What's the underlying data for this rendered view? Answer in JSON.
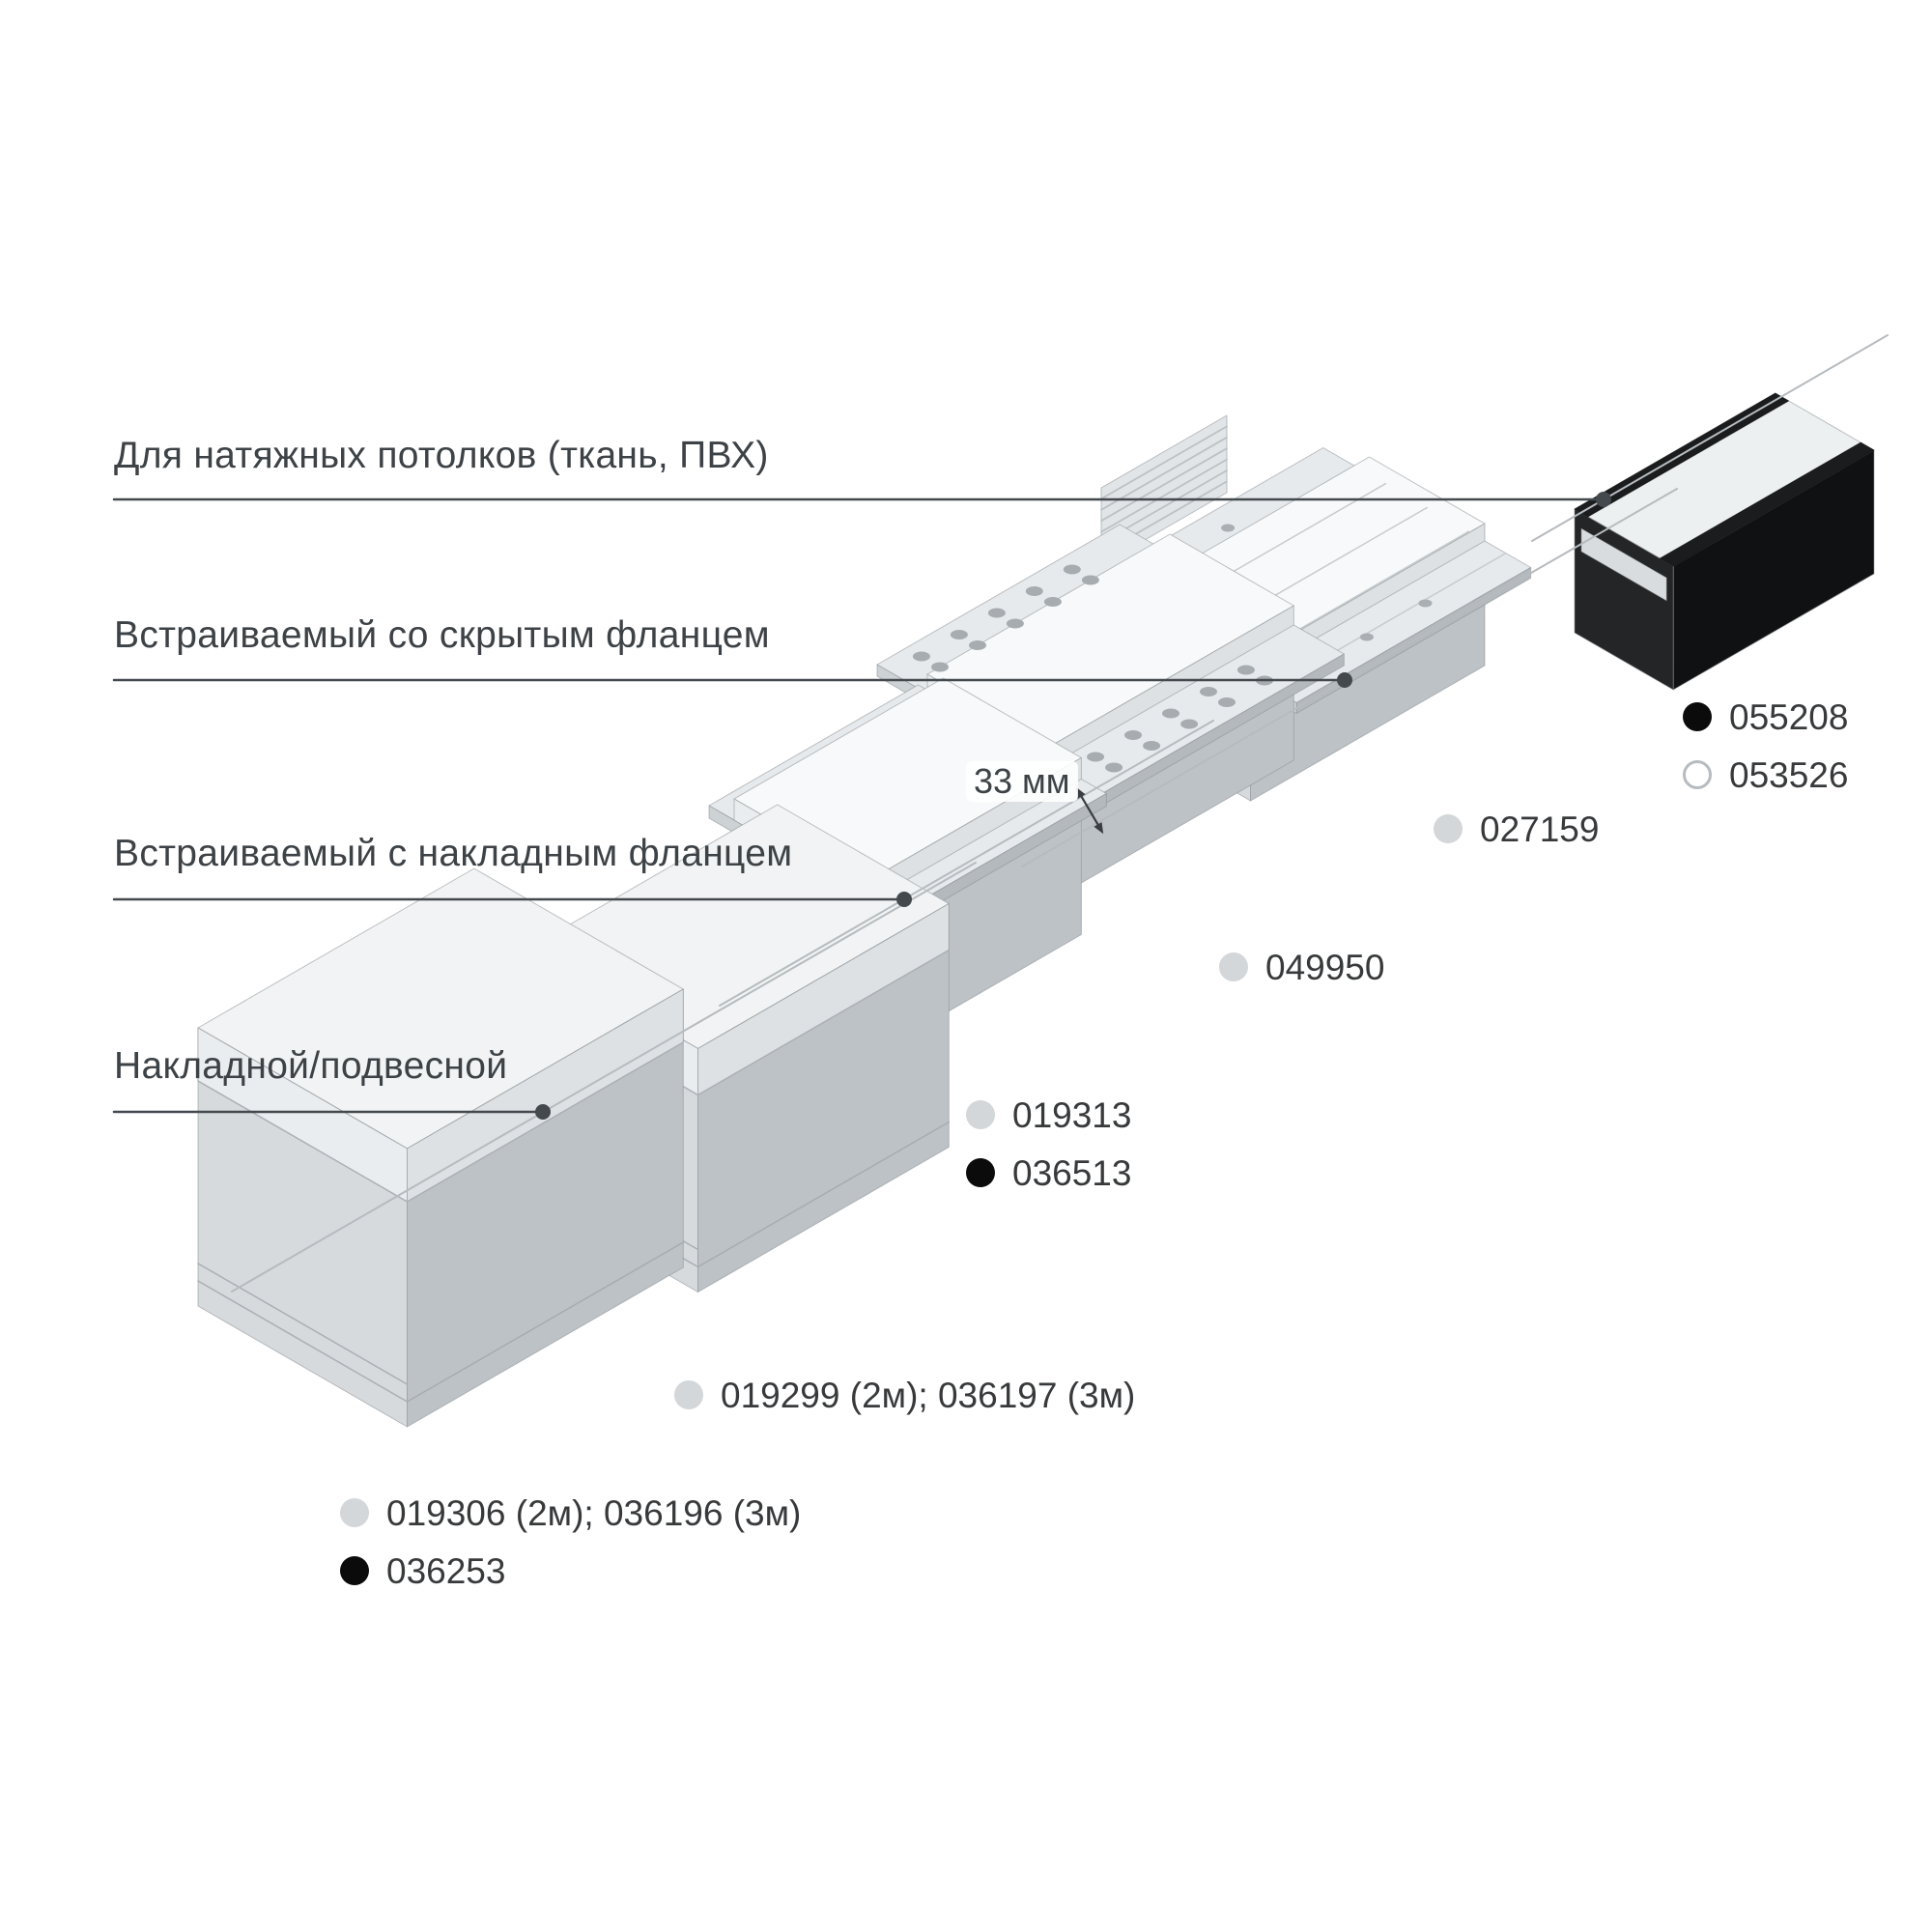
{
  "categories": [
    {
      "label": "Для натяжных потолков (ткань, ПВХ)"
    },
    {
      "label": "Встраиваемый со скрытым фланцем"
    },
    {
      "label": "Встраиваемый с накладным фланцем"
    },
    {
      "label": "Накладной/подвесной"
    }
  ],
  "dimension": {
    "label": "33 мм"
  },
  "products": [
    {
      "codes": [
        {
          "code": "055208",
          "dot": "black"
        },
        {
          "code": "053526",
          "dot": "white"
        }
      ]
    },
    {
      "codes": [
        {
          "code": "027159",
          "dot": "gray"
        }
      ]
    },
    {
      "codes": [
        {
          "code": "049950",
          "dot": "gray"
        }
      ]
    },
    {
      "codes": [
        {
          "code": "019313",
          "dot": "gray"
        },
        {
          "code": "036513",
          "dot": "black"
        }
      ]
    },
    {
      "codes": [
        {
          "code": "019299 (2м); 036197 (3м)",
          "dot": "gray"
        }
      ]
    },
    {
      "codes": [
        {
          "code": "019306 (2м); 036196 (3м)",
          "dot": "gray"
        },
        {
          "code": "036253",
          "dot": "black"
        }
      ]
    }
  ],
  "palette": {
    "text": "#3d4246",
    "callout_line": "#44494e",
    "guide_line": "#b6bbbf",
    "dot_gray": "#d3d7d9",
    "dot_black": "#0b0b0c",
    "profile_aluminum": "#d6dadd",
    "profile_black": "#232527",
    "diffuser_white": "#f7f9fa"
  }
}
